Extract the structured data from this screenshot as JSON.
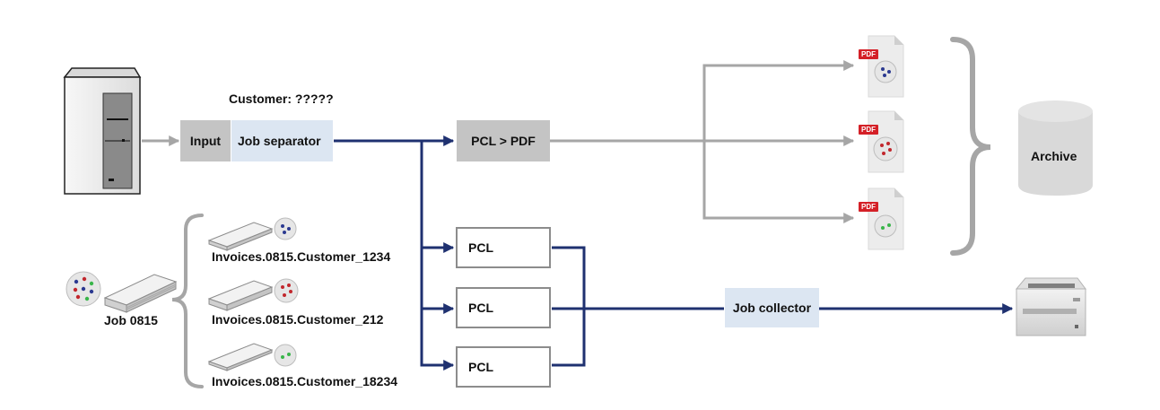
{
  "labels": {
    "customer": "Customer: ?????",
    "input": "Input",
    "job_separator": "Job separator",
    "pcl_to_pdf": "PCL > PDF",
    "pcl": [
      "PCL",
      "PCL",
      "PCL"
    ],
    "job_collector": "Job collector",
    "archive": "Archive",
    "job": "Job 0815",
    "invoices": [
      "Invoices.0815.Customer_1234",
      "Invoices.0815.Customer_212",
      "Invoices.0815.Customer_18234"
    ],
    "pdf_tag": "PDF"
  },
  "colors": {
    "gray_arrow": "#a6a6a6",
    "navy_arrow": "#1f3170",
    "gray_box": "#c4c4c4",
    "light_blue_box": "#dce6f2",
    "dot_blue": "#2b3990",
    "dot_red": "#c1272d",
    "dot_green": "#39b54a",
    "pdf_red": "#d42027"
  },
  "icons": {
    "source": "server-tower-icon",
    "destination": "laser-printer-icon",
    "archive": "database-cylinder-icon",
    "documents": "paper-stack-icon",
    "pdf": "pdf-file-icon"
  }
}
